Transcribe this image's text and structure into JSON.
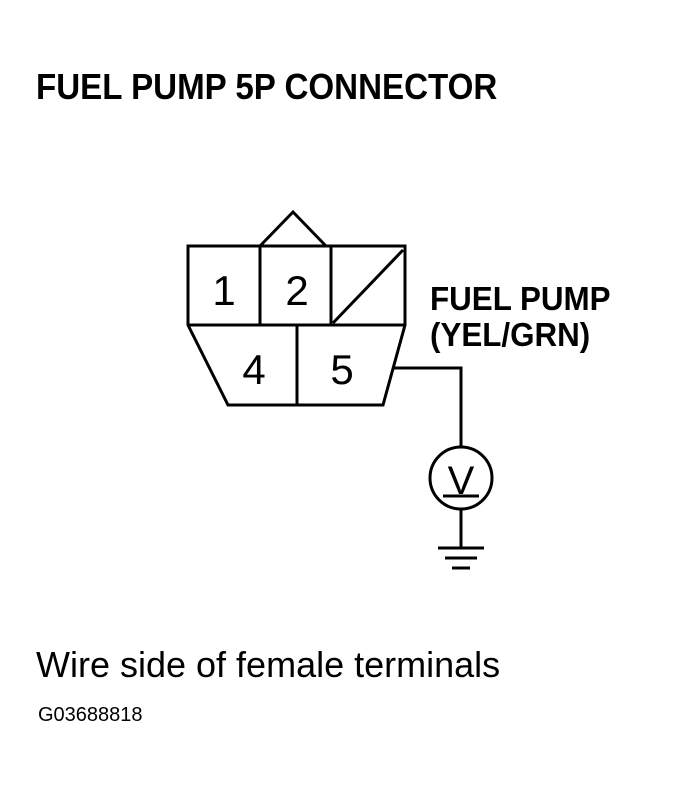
{
  "title": "FUEL PUMP 5P CONNECTOR",
  "connector": {
    "top_row": [
      "1",
      "2"
    ],
    "bottom_row": [
      "4",
      "5"
    ]
  },
  "pump_label": {
    "line1": "FUEL PUMP",
    "line2": "(YEL/GRN)"
  },
  "meter_symbol": "V",
  "caption": "Wire side of female terminals",
  "figure_code": "G03688818"
}
